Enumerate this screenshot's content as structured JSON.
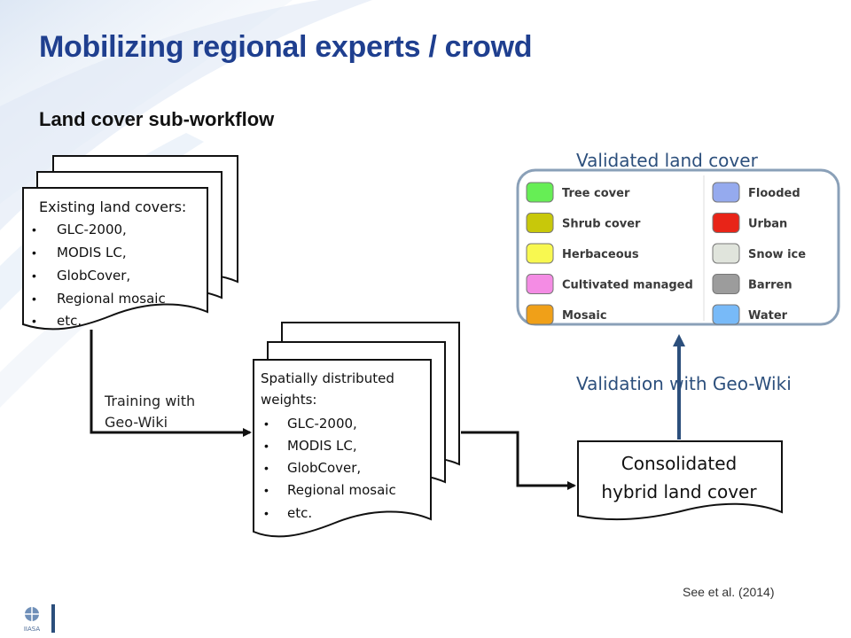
{
  "title": "Mobilizing regional experts / crowd",
  "subtitle": "Land cover sub-workflow",
  "existing_box": {
    "heading": "Existing land covers:",
    "items": [
      "GLC-2000,",
      "MODIS LC,",
      "GlobCover,",
      "Regional mosaic",
      "etc."
    ]
  },
  "training_label": {
    "line1": "Training with",
    "line2": "Geo-Wiki"
  },
  "weights_box": {
    "heading1": "Spatially distributed",
    "heading2": "weights:",
    "items": [
      "GLC-2000,",
      "MODIS LC,",
      "GlobCover,",
      "Regional mosaic",
      "etc."
    ]
  },
  "consolidated_box": {
    "line1": "Consolidated",
    "line2": "hybrid land cover"
  },
  "validation_label": "Validation with Geo-Wiki",
  "validated_title": "Validated land cover",
  "legend_left": [
    {
      "label": "Tree cover",
      "color": "#66ee55"
    },
    {
      "label": "Shrub cover",
      "color": "#c8c80a"
    },
    {
      "label": "Herbaceous",
      "color": "#f8f850"
    },
    {
      "label": "Cultivated managed",
      "color": "#f48ce4"
    },
    {
      "label": "Mosaic",
      "color": "#f0a018"
    }
  ],
  "legend_right": [
    {
      "label": "Flooded",
      "color": "#95aaee"
    },
    {
      "label": "Urban",
      "color": "#e82418"
    },
    {
      "label": "Snow ice",
      "color": "#e0e4dc"
    },
    {
      "label": "Barren",
      "color": "#9c9c9c"
    },
    {
      "label": "Water",
      "color": "#78baf8"
    }
  ],
  "citation": "See et al. (2014)",
  "logo_text": "IIASA",
  "colors": {
    "title": "#1f3f8f",
    "accent_blue": "#2c4f7c",
    "panel_border": "#8aa0b8"
  }
}
